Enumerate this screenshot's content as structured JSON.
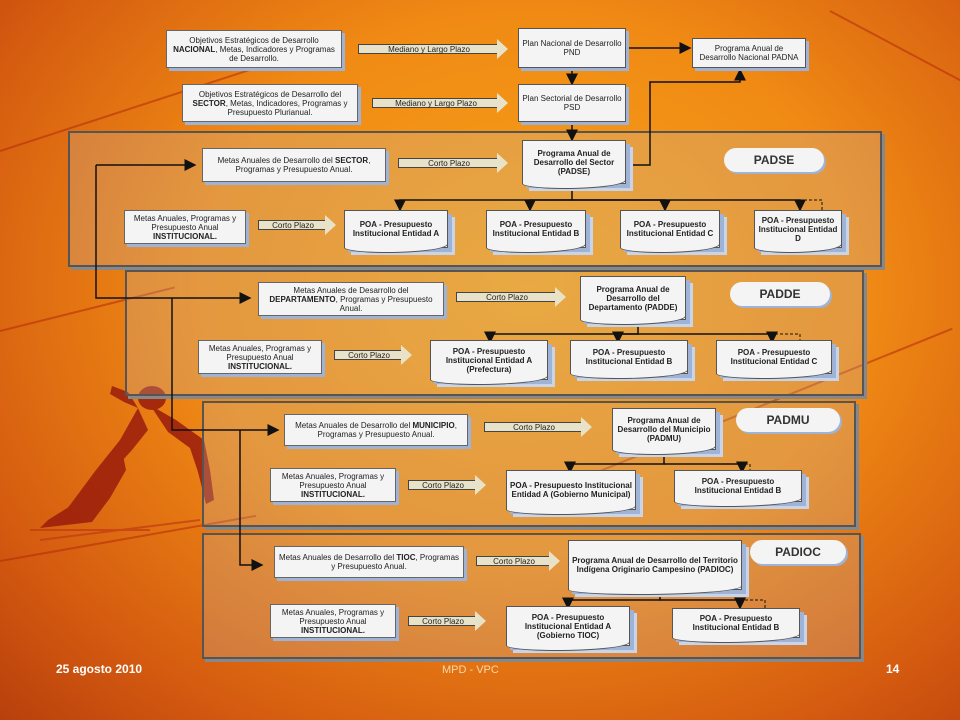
{
  "footer": {
    "date": "25 agosto 2010",
    "center": "MPD - VPC",
    "page": "14"
  },
  "national": {
    "objectives": [
      "Objetivos Estratégicos de Desarrollo ",
      "NACIONAL",
      ", Metas, Indicadores y Programas de Desarrollo."
    ],
    "arrow": "Mediano y Largo Plazo",
    "plan": "Plan Nacional de Desarrollo PND",
    "program": "Programa Anual de Desarrollo Nacional PADNA"
  },
  "sector": {
    "objectives": [
      "Objetivos Estratégicos de Desarrollo del ",
      "SECTOR",
      ", Metas, Indicadores, Programas y Presupuesto Plurianual."
    ],
    "arrow": "Mediano y Largo Plazo",
    "plan": "Plan Sectorial de Desarrollo PSD"
  },
  "padse": {
    "label": "PADSE",
    "goals": [
      "Metas Anuales de Desarrollo del ",
      "SECTOR",
      ", Programas y Presupuesto Anual."
    ],
    "arrow": "Corto Plazo",
    "program": "Programa Anual de Desarrollo del Sector (PADSE)",
    "inst": [
      "Metas Anuales, Programas y Presupuesto Anual ",
      "INSTITUCIONAL."
    ],
    "inst_arrow": "Corto Plazo",
    "poas": [
      "POA - Presupuesto Institucional Entidad A",
      "POA - Presupuesto Institucional Entidad B",
      "POA - Presupuesto Institucional Entidad C",
      "POA - Presupuesto Institucional Entidad D"
    ]
  },
  "padde": {
    "label": "PADDE",
    "goals": [
      "Metas Anuales de Desarrollo del ",
      "DEPARTAMENTO",
      ", Programas y Presupuesto Anual."
    ],
    "arrow": "Corto Plazo",
    "program": "Programa Anual de Desarrollo del Departamento (PADDE)",
    "inst": [
      "Metas Anuales, Programas y Presupuesto Anual ",
      "INSTITUCIONAL."
    ],
    "inst_arrow": "Corto Plazo",
    "poas": [
      "POA - Presupuesto Institucional Entidad A (Prefectura)",
      "POA - Presupuesto Institucional Entidad B",
      "POA - Presupuesto Institucional Entidad C"
    ]
  },
  "padmu": {
    "label": "PADMU",
    "goals": [
      "Metas Anuales de Desarrollo del ",
      "MUNICIPIO",
      ", Programas y Presupuesto Anual."
    ],
    "arrow": "Corto Plazo",
    "program": "Programa Anual de Desarrollo del Municipio (PADMU)",
    "inst": [
      "Metas Anuales, Programas y Presupuesto Anual ",
      "INSTITUCIONAL."
    ],
    "inst_arrow": "Corto Plazo",
    "poas": [
      "POA - Presupuesto Institucional Entidad A (Gobierno Municipal)",
      "POA - Presupuesto Institucional Entidad B"
    ]
  },
  "padioc": {
    "label": "PADIOC",
    "goals": [
      "Metas Anuales de Desarrollo del ",
      "TIOC",
      ", Programas y Presupuesto Anual."
    ],
    "arrow": "Corto Plazo",
    "program": "Programa Anual de Desarrollo del Territorio Indígena Originario Campesino (PADIOC)",
    "inst": [
      "Metas Anuales, Programas y Presupuesto Anual ",
      "INSTITUCIONAL."
    ],
    "inst_arrow": "Corto Plazo",
    "poas": [
      "POA - Presupuesto Institucional Entidad A (Gobierno TIOC)",
      "POA - Presupuesto Institucional Entidad B"
    ]
  }
}
